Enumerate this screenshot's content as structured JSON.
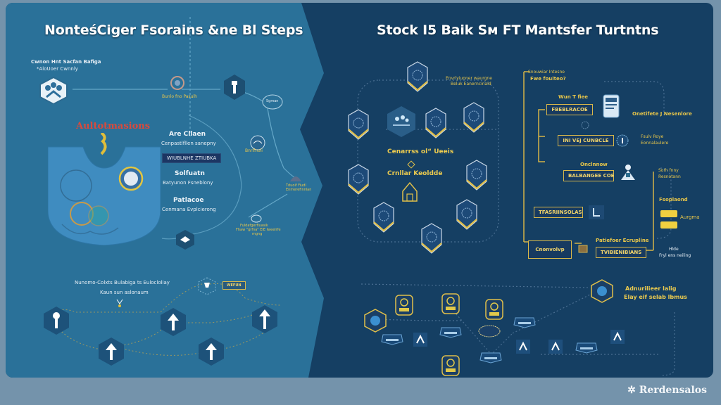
{
  "colors": {
    "outer_bg": "#7493ab",
    "left_panel": "#2a7199",
    "right_panel": "#153f63",
    "accent_gold": "#e0bf4a",
    "accent_red": "#d94a3c",
    "text_white": "#ffffff"
  },
  "left": {
    "title": "NonteśCiger Fsorains &ne Bl Steps",
    "intro": {
      "line1": "Cwnon Hnt Sacfan Bafiga",
      "line2": "*AloUoer Cwnnly"
    },
    "node_top_label": "Bunlo fno Pasulh",
    "shield_label": "Aultotmasions",
    "steps": [
      {
        "heading": "Are Cllaen",
        "sub": "Cenpastlfllen sanepny"
      },
      {
        "pill": "WIUBLNHE ZTIUBKA"
      },
      {
        "heading": "Solfuatn",
        "sub": "Batyunon Fsneblony"
      },
      {
        "heading": "Patlacoe",
        "sub": "Cenmana Evplcierong"
      }
    ],
    "side_labels": {
      "bubble": "Sgman",
      "mid": "Bnrlfnoli",
      "right_node_l1": "Tduoif Fiudl",
      "right_node_l2": "Enmerefinnlan",
      "bottom_node_l1": "Fuldafgerfiuasik",
      "bottom_node_l2": "Fhaw \"grfna\" EIE Iweelrfe",
      "bottom_node_l3": "mgng"
    },
    "bottom": {
      "caption_l1": "Nunomo-Colxts Bulabiga ts Eulocloliay",
      "caption_l2": "Kaun sun aslonaum",
      "badge": "WEFUN",
      "nodes": [
        "person-up-icon",
        "arrow-up-icon",
        "arrow-up-icon",
        "arrow-up-icon",
        "arrow-up-icon"
      ]
    }
  },
  "right": {
    "title": "Stock I5 Baik Sм FT Mantsfer Turtntns",
    "top_note": {
      "line1": "Envrlyiuoner waurgne",
      "line2": "Beluk Eanerncinald"
    },
    "center_label_1": "Cenarrss ol“ Ueeis",
    "center_label_2": "Crnllar Keoldde",
    "flow": {
      "header_l1": "Snouwiar Intesne",
      "header_l2": "Fwe fouiteo?",
      "what_label": "Wun T fiee",
      "box1": "FBEBLRACOE",
      "side1": "Onetifete J Nesenlore",
      "box2": "INI VEJ CUNBCLE",
      "side2_l1": "Fsulv Roye",
      "side2_l2": "Eonnalaulere",
      "onclusion": "Onclnnow",
      "box3": "BALBANGEE COE",
      "side3_l1": "Sorh fnny",
      "side3_l2": "Resnotann",
      "box4": "TFASRIINSOLAS",
      "fsoplud": "Fsoplaond",
      "aurgma": "Aurgma",
      "box5": "Cnonvolvp",
      "caption5": "Patiefoer Ecrupline",
      "box6": "TVIBIENIBIANS",
      "side6_l1": "Hlde",
      "side6_l2": "Fryl ens neiling"
    },
    "bottom": {
      "label_l1": "Adnurilieer lalig",
      "label_l2": "Elay eif selab lbmus"
    }
  },
  "footer": {
    "logo": "Rerdensalos"
  }
}
